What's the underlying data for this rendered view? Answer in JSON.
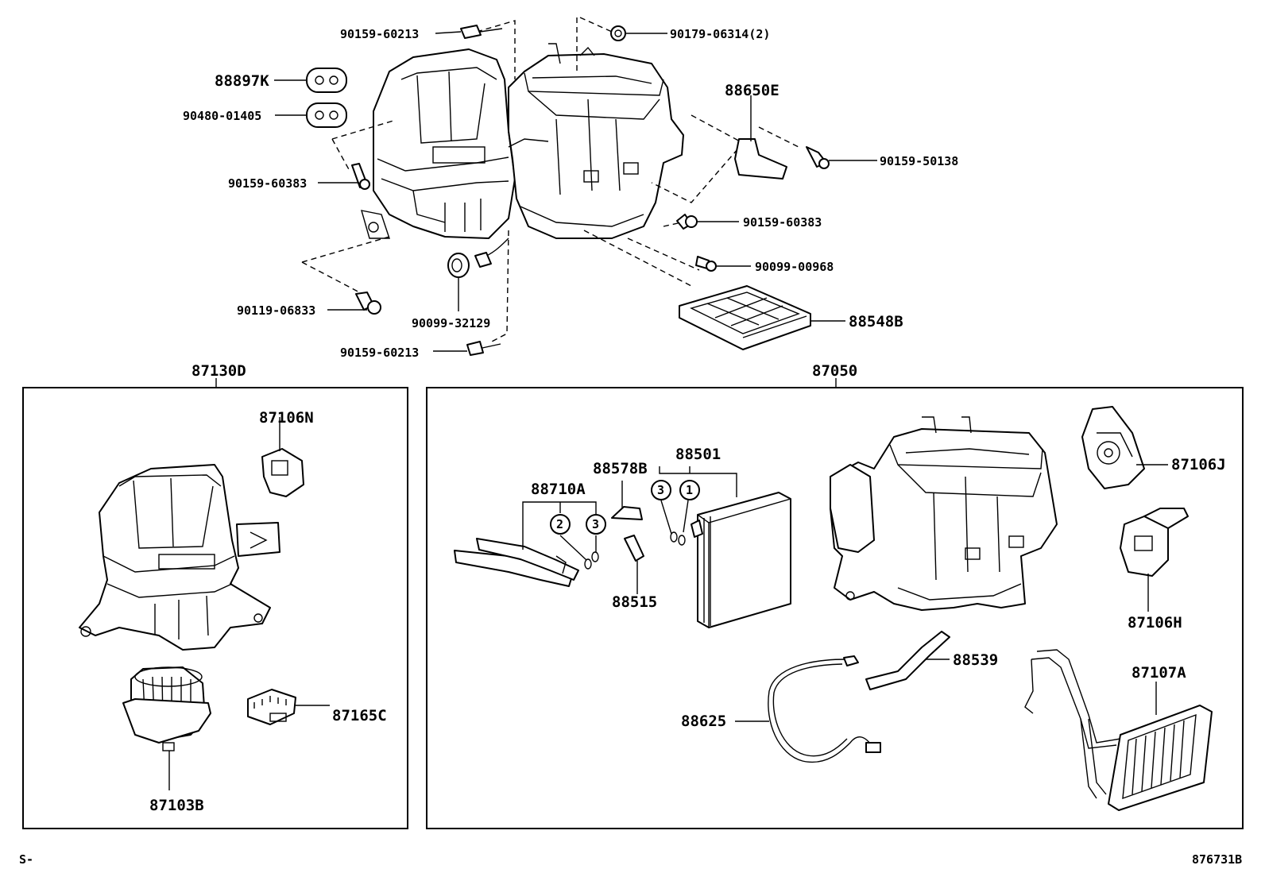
{
  "figure_id": "876731B",
  "corner_mark": "S-",
  "top_parts": {
    "screw_a_top": "90159-60213",
    "nut_top": "90179-06314(2)",
    "gasket_k": "88897K",
    "packing": "90480-01405",
    "bolt_left": "90159-60383",
    "servo_e": "88650E",
    "screw_right": "90159-50138",
    "bolt_right": "90159-60383",
    "screw_mid": "90099-00968",
    "bolt_bottom": "90119-06833",
    "grommet": "90099-32129",
    "filter": "88548B",
    "screw_a_bottom": "90159-60213"
  },
  "blower_group": {
    "title": "87130D",
    "servo": "87106N",
    "resistor": "87165C",
    "motor": "87103B"
  },
  "heater_group": {
    "title": "87050",
    "evaporator": "88501",
    "cover": "88578B",
    "tube": "88710A",
    "thermistor": "88515",
    "servo_j": "87106J",
    "servo_h": "87106H",
    "drain_hose": "88539",
    "harness": "88625",
    "heater_core": "87107A",
    "ring_1": "1",
    "ring_2": "2",
    "ring_3a": "3",
    "ring_3b": "3"
  }
}
